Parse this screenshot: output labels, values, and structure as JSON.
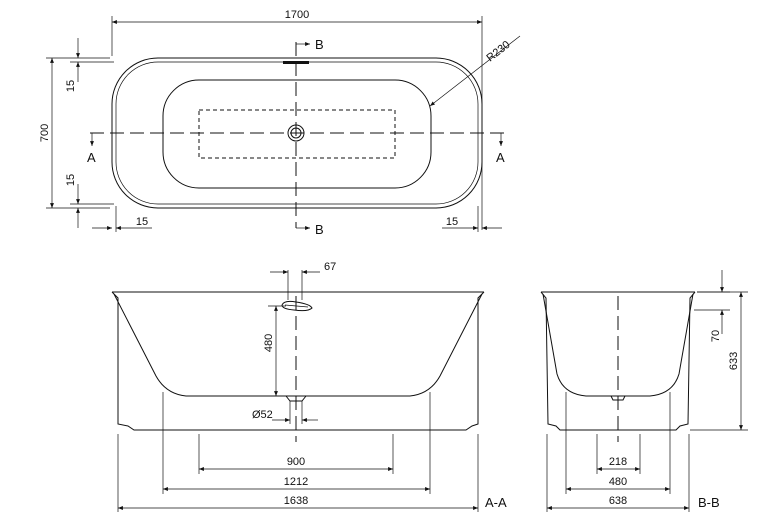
{
  "top_view": {
    "length": "1700",
    "width": "700",
    "radius": "R230",
    "edge_top": "15",
    "edge_bottom": "15",
    "edge_left": "15",
    "edge_right": "15",
    "section_a_left": "A",
    "section_a_right": "A",
    "section_b_top": "B",
    "section_b_bottom": "B"
  },
  "section_aa": {
    "overflow_width": "67",
    "overflow_height": "480",
    "drain_diameter": "Ø52",
    "dim_900": "900",
    "dim_1212": "1212",
    "dim_1638": "1638",
    "label": "A-A"
  },
  "section_bb": {
    "rim_height": "70",
    "total_height": "633",
    "dim_218": "218",
    "dim_480": "480",
    "dim_638": "638",
    "label": "B-B"
  }
}
